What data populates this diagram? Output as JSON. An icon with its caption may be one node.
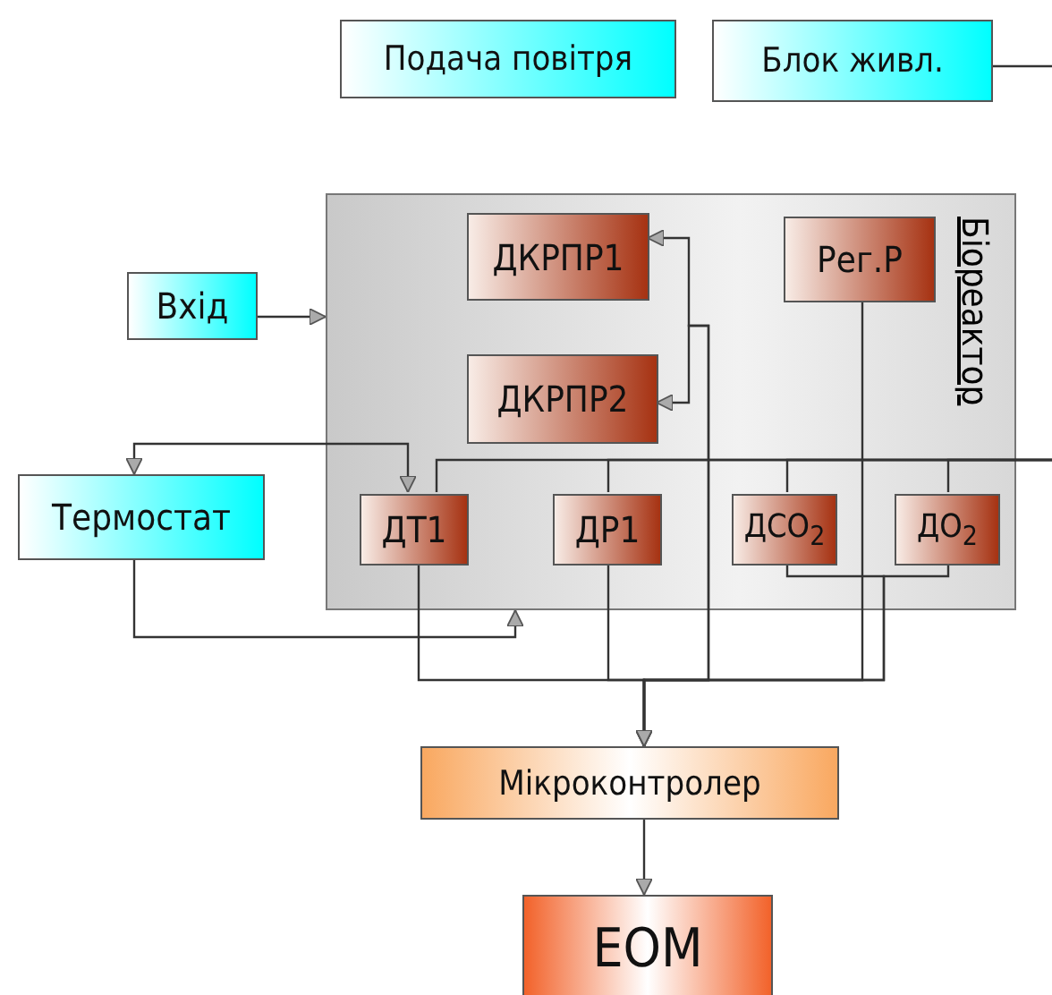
{
  "diagram": {
    "nodes": [
      {
        "text": [
          "Подача повітря"
        ]
      },
      {
        "text": [
          "Блок живл."
        ]
      },
      {
        "text": [
          "Біореактор"
        ]
      },
      {
        "text": [
          "Вхід"
        ]
      },
      {
        "text": [
          "ДКРПР1"
        ],
        "in": 2
      },
      {
        "text": [
          "ДКРПР2"
        ],
        "in": 2
      },
      {
        "text": [
          "Рег.Р"
        ],
        "in": 2
      },
      {
        "text": [
          "Термостат"
        ]
      },
      {
        "text": [
          "ДТ1"
        ],
        "in": 2
      },
      {
        "text": [
          "ДР1"
        ],
        "in": 2
      },
      {
        "text": [
          "ДCO$_{2}$"
        ],
        "in": 2
      },
      {
        "text": [
          "ДO$_{2}$"
        ],
        "in": 2
      },
      {
        "text": [
          "Мікроконтролер"
        ]
      },
      {
        "text": [
          "ЕОМ"
        ]
      }
    ],
    "edges": [
      {
        "from": 3,
        "to": 2,
        "arrow": "to"
      },
      {
        "from": 7,
        "to": 8,
        "arrow": "both"
      },
      {
        "from": 7,
        "to": 2,
        "arrow": "to"
      },
      {
        "from": 12,
        "to": 4,
        "arrow": "to"
      },
      {
        "from": 12,
        "to": 5,
        "arrow": "to"
      },
      {
        "from": 1,
        "to": null,
        "arrow": "none"
      },
      {
        "from": null,
        "to": 8,
        "arrow": "none"
      },
      {
        "from": null,
        "to": 9,
        "arrow": "none"
      },
      {
        "from": null,
        "to": 10,
        "arrow": "none"
      },
      {
        "from": null,
        "to": 11,
        "arrow": "none"
      },
      {
        "from": 8,
        "to": 12,
        "arrow": "to"
      },
      {
        "from": 9,
        "to": 12,
        "arrow": "to"
      },
      {
        "from": 10,
        "to": 12,
        "arrow": "to"
      },
      {
        "from": 11,
        "to": 12,
        "arrow": "to"
      },
      {
        "from": 6,
        "to": 12,
        "arrow": "to"
      },
      {
        "from": 12,
        "to": 13,
        "arrow": "to"
      }
    ]
  }
}
